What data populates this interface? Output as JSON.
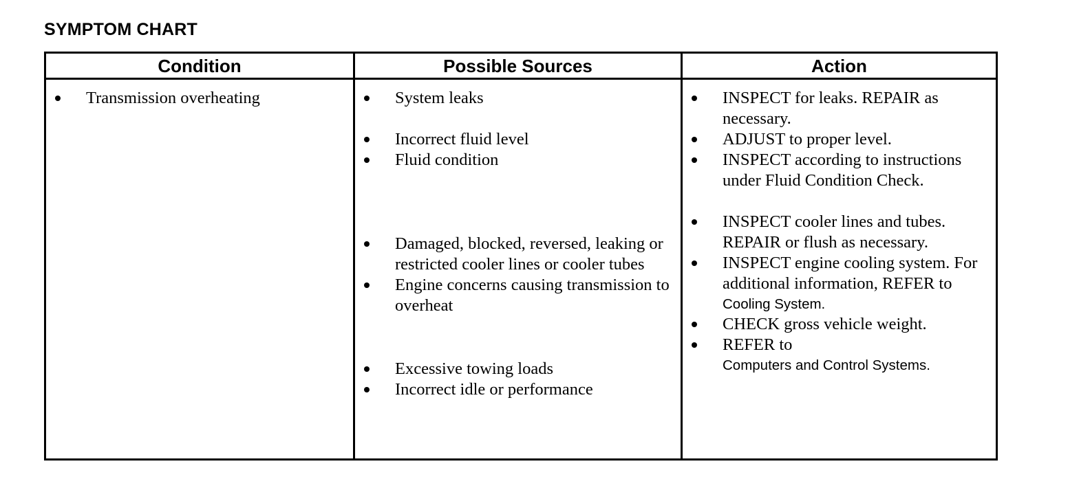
{
  "title": "SYMPTOM CHART",
  "table": {
    "headers": {
      "condition": "Condition",
      "sources": "Possible Sources",
      "action": "Action"
    },
    "condition": {
      "groups": [
        {
          "items": [
            {
              "text": "Transmission overheating"
            }
          ]
        }
      ]
    },
    "sources": {
      "groups": [
        {
          "items": [
            {
              "text": "System leaks"
            }
          ]
        },
        {
          "items": [
            {
              "text": "Incorrect fluid level"
            },
            {
              "text": "Fluid condition"
            }
          ]
        },
        {
          "items": [
            {
              "text": "Damaged, blocked, reversed, leaking or restricted cooler lines or cooler tubes"
            },
            {
              "text": "Engine concerns causing transmission to overheat"
            }
          ]
        },
        {
          "items": [
            {
              "text": "Excessive towing loads"
            },
            {
              "text": "Incorrect idle or performance"
            }
          ]
        }
      ]
    },
    "action": {
      "groups": [
        {
          "items": [
            {
              "text": "INSPECT for leaks. REPAIR as necessary."
            },
            {
              "text": "ADJUST to proper level."
            },
            {
              "text": "INSPECT according to instructions under Fluid Condition Check."
            }
          ]
        },
        {
          "items": [
            {
              "text": "INSPECT cooler lines and tubes. REPAIR or flush as necessary."
            },
            {
              "text": "INSPECT engine cooling system. For additional information, REFER to",
              "xref": "Cooling System."
            },
            {
              "text": "CHECK gross vehicle weight."
            },
            {
              "text": "REFER to",
              "xref": "Computers and Control Systems."
            }
          ]
        }
      ]
    }
  }
}
